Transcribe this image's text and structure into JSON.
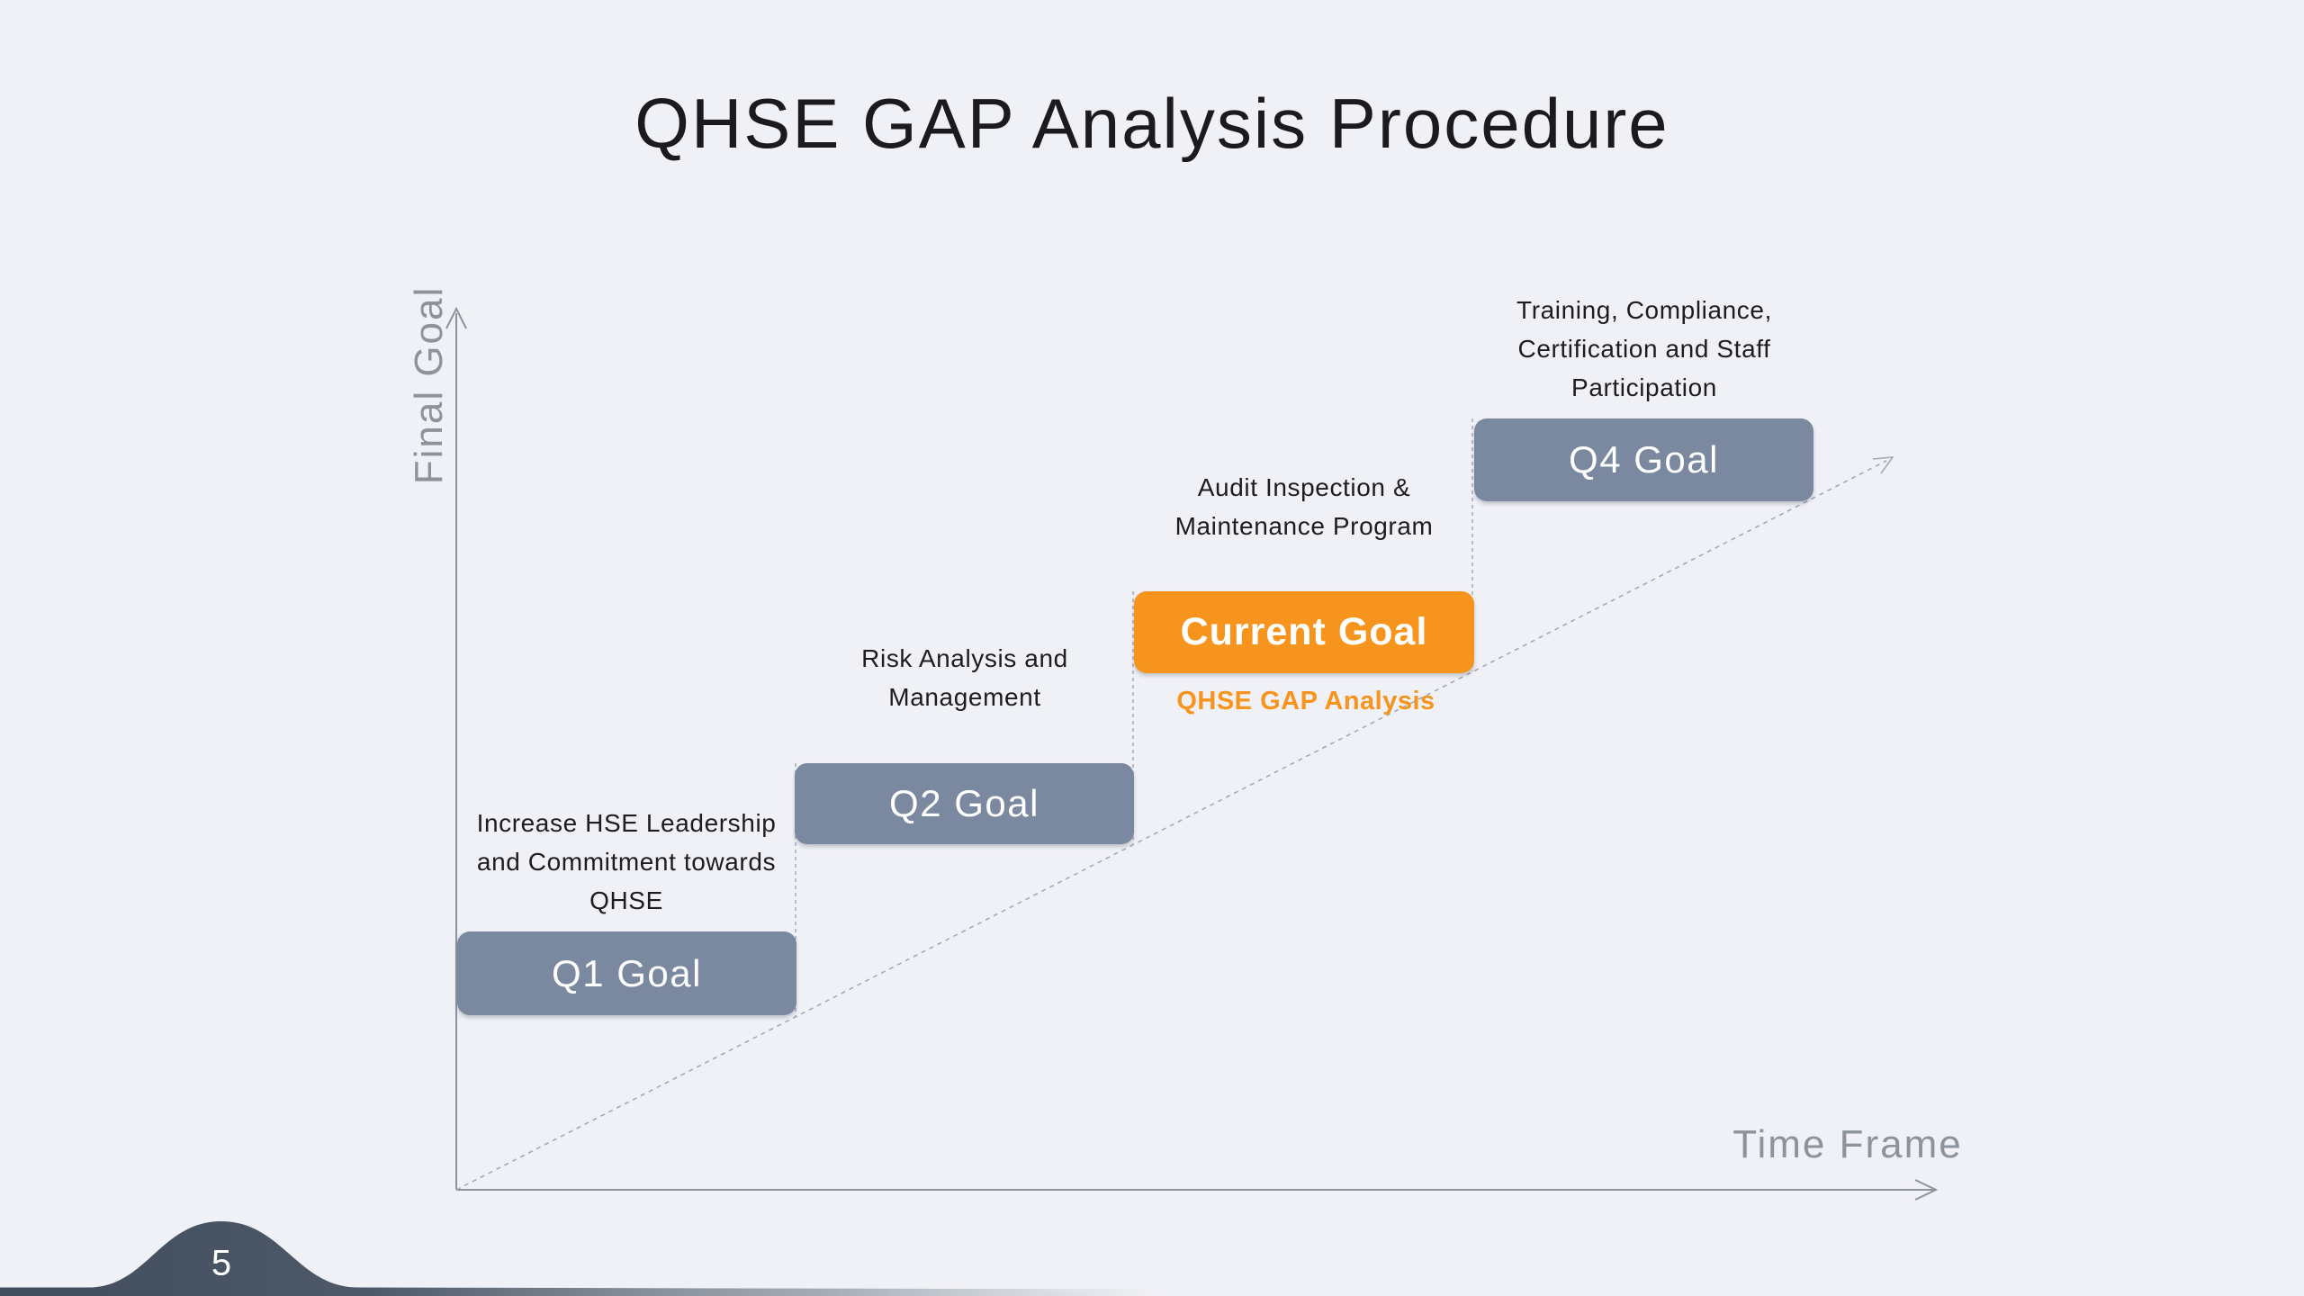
{
  "slide": {
    "title": "QHSE GAP Analysis Procedure",
    "page_number": "5"
  },
  "axes": {
    "y_label": "Final Goal",
    "x_label": "Time Frame"
  },
  "goals": [
    {
      "id": "q1",
      "label": "Q1 Goal",
      "desc": [
        "Increase HSE Leadership",
        "and Commitment towards",
        "QHSE"
      ],
      "color": "#7A89A0"
    },
    {
      "id": "q2",
      "label": "Q2 Goal",
      "desc": [
        "Risk Analysis and",
        "Management"
      ],
      "color": "#7A89A0"
    },
    {
      "id": "current",
      "label": "Current Goal",
      "desc": [
        "Audit Inspection &",
        "Maintenance Program"
      ],
      "caption": "QHSE GAP Analysis",
      "color": "#F7941D"
    },
    {
      "id": "q4",
      "label": "Q4 Goal",
      "desc": [
        "Training, Compliance,",
        "Certification and Staff",
        "Participation"
      ],
      "color": "#7A89A0"
    }
  ],
  "colors": {
    "background": "#F0F1F6",
    "step_slate": "#7A89A0",
    "accent_orange": "#F7941D",
    "axis_gray": "#8D939D",
    "connector_gray": "#A4AAB5",
    "footer_slate": "#4D5969",
    "text_dark": "#1D1D1F",
    "box_text": "#FFFFFF"
  }
}
